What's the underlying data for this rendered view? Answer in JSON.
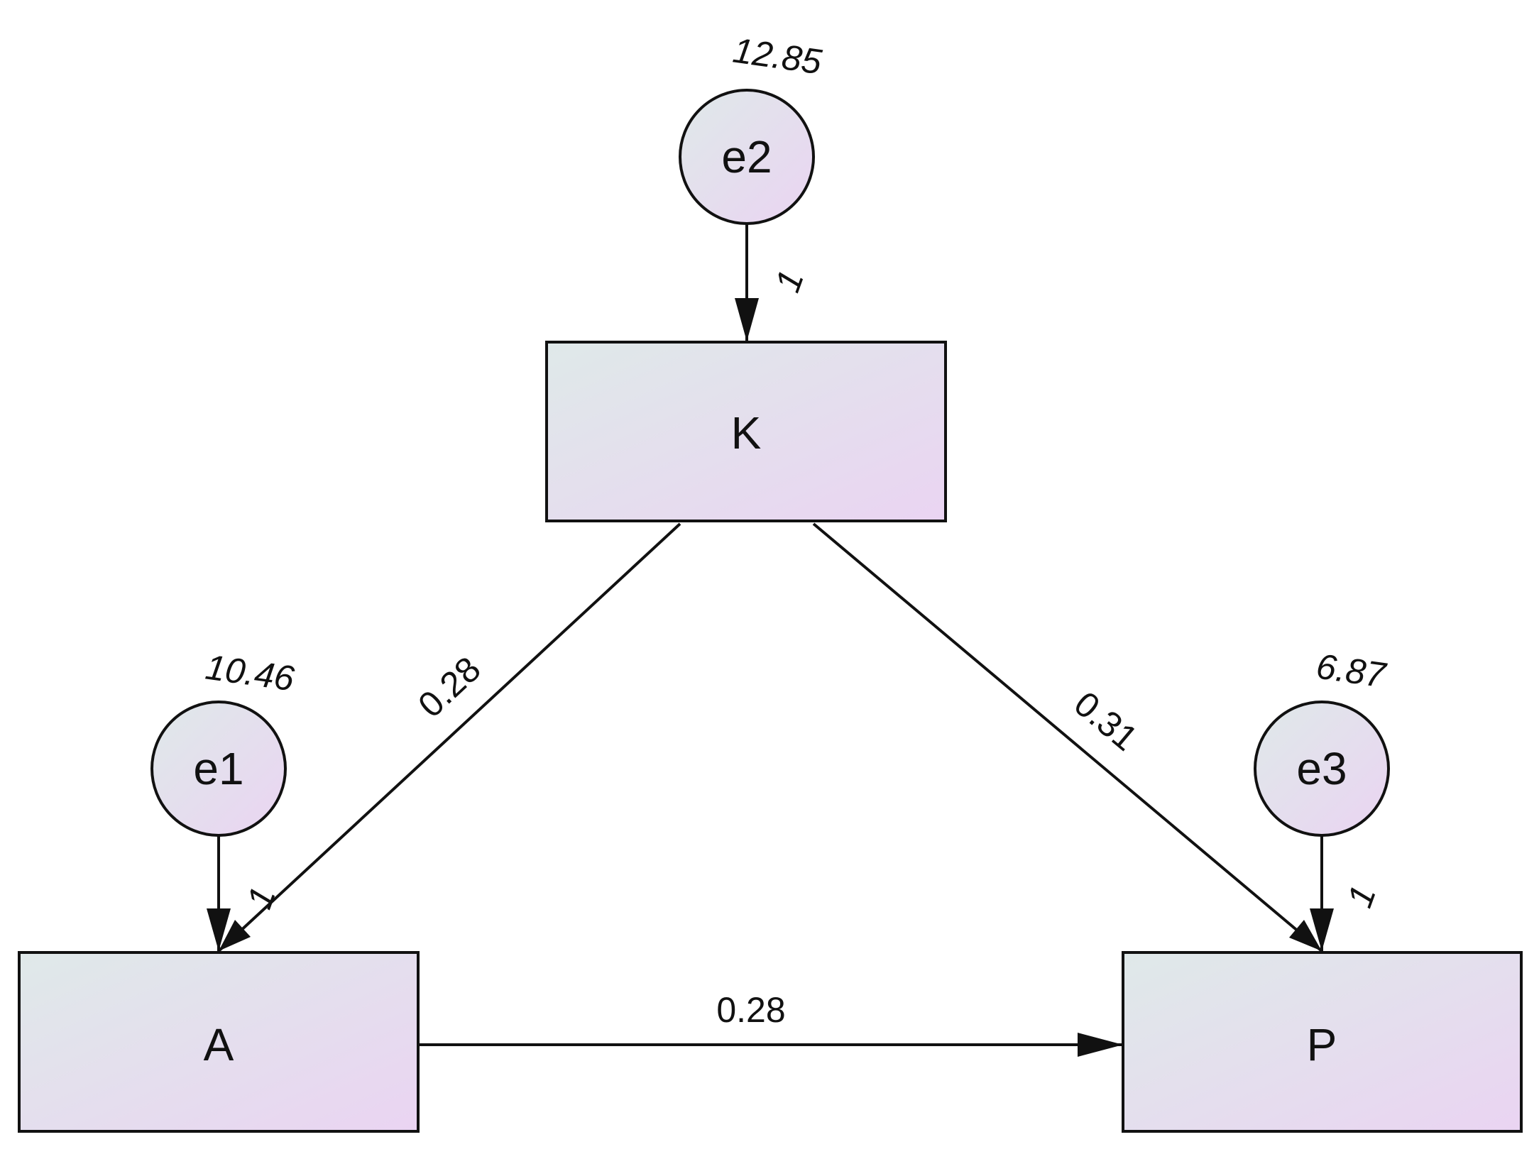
{
  "observed": {
    "k": {
      "label": "K"
    },
    "a": {
      "label": "A"
    },
    "p": {
      "label": "P"
    }
  },
  "errors": {
    "e1": {
      "label": "e1",
      "variance": "10.46"
    },
    "e2": {
      "label": "e2",
      "variance": "12.85"
    },
    "e3": {
      "label": "e3",
      "variance": "6.87"
    }
  },
  "paths": {
    "k_to_a": "0.28",
    "k_to_p": "0.31",
    "a_to_p": "0.28",
    "e1_to_a": "1",
    "e2_to_k": "1",
    "e3_to_p": "1"
  },
  "colors": {
    "fill_start": "#dfe9e9",
    "fill_end": "#ead4f2",
    "stroke": "#111111"
  }
}
